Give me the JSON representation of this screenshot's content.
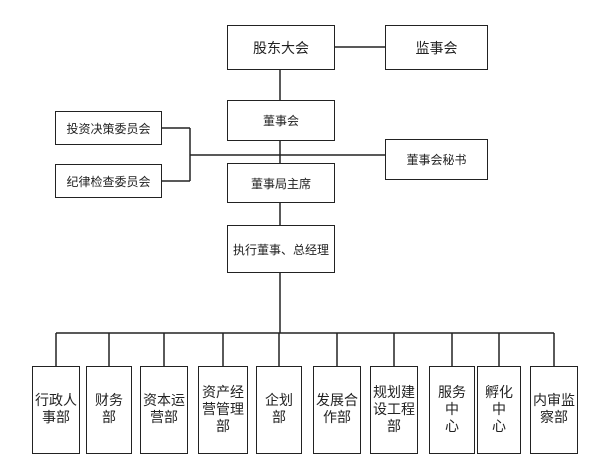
{
  "org_chart": {
    "shareholders": "股东大会",
    "supervisors": "监事会",
    "board": "董事会",
    "investment_committee": "投资决策委员会",
    "discipline_committee": "纪律检查委员会",
    "board_secretary": "董事会秘书",
    "chairman": "董事局主席",
    "executive_director": "执行董事、总经理",
    "departments": [
      "行政人\n事部",
      "财务部",
      "资本运\n营部",
      "资产经\n营管理\n部",
      "企划部",
      "发展合\n作部",
      "规划建\n设工程\n部",
      "服务中\n心",
      "孵化中\n心",
      "内审监\n察部"
    ]
  }
}
